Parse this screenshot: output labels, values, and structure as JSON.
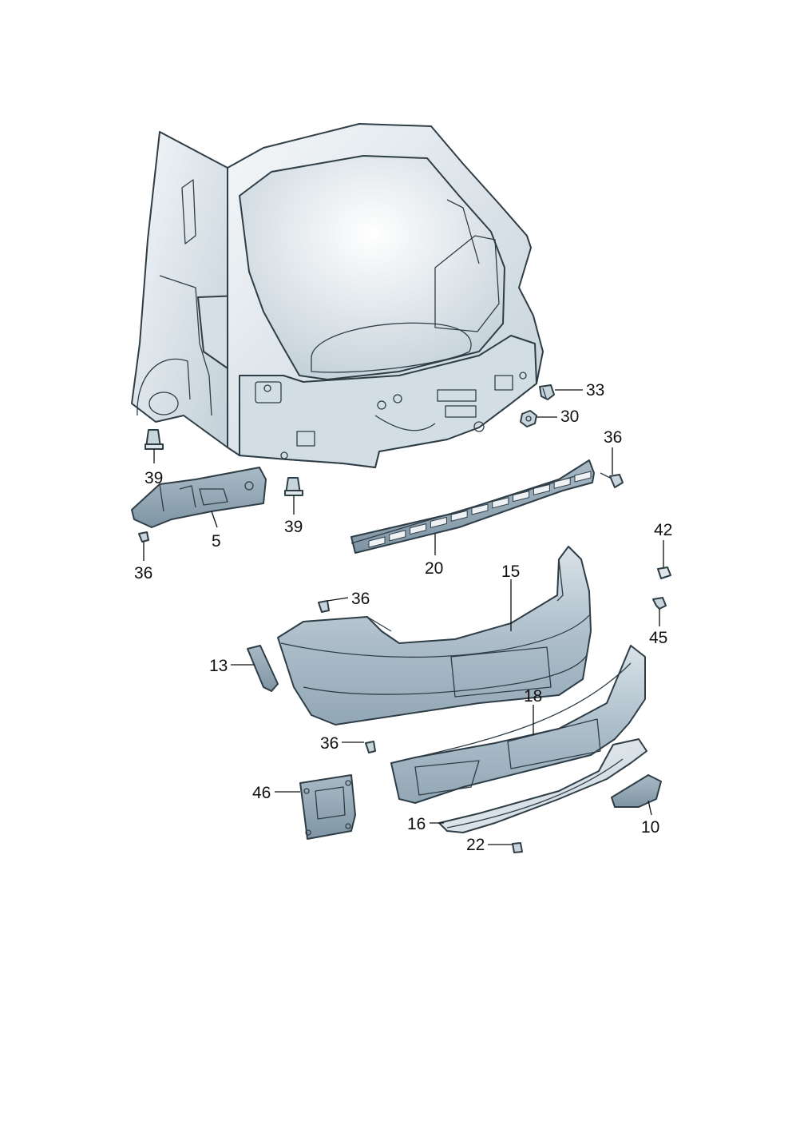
{
  "colors": {
    "body_light": "#e9eef2",
    "body_mid": "#cbd6de",
    "body_dark": "#9eb0bc",
    "bumper_fill": "#b3c3cf",
    "outline": "#2e3d46"
  },
  "callouts": {
    "c33": "33",
    "c30": "30",
    "c36_rail": "36",
    "c39_left": "39",
    "c39_right": "39",
    "c5": "5",
    "c36_bracket": "36",
    "c20": "20",
    "c42": "42",
    "c15": "15",
    "c36_top": "36",
    "c45": "45",
    "c13": "13",
    "c18": "18",
    "c36_bottom": "36",
    "c46": "46",
    "c16": "16",
    "c22": "22",
    "c10": "10"
  }
}
